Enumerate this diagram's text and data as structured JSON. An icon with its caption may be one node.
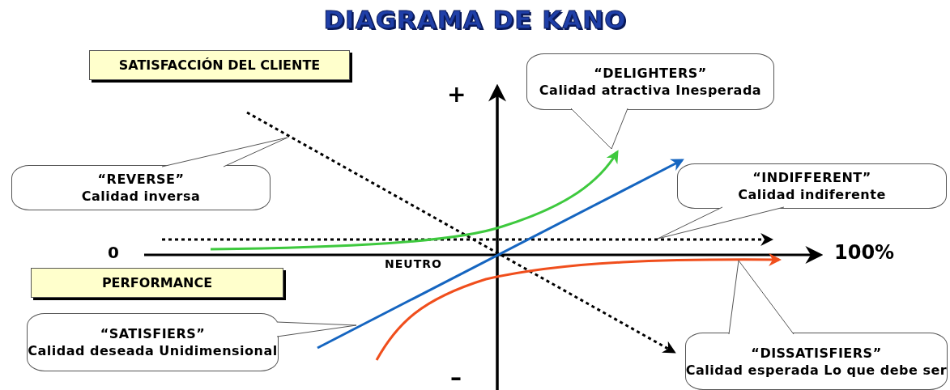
{
  "diagram": {
    "title": "DIAGRAMA DE KANO",
    "nodes": [
      {
        "text": [
          "SATISFACCIÓN DEL CLIENTE"
        ]
      },
      {
        "text": [
          "“DELIGHTERS”",
          "Calidad atractiva Inesperada"
        ]
      },
      {
        "text": [
          "“REVERSE”",
          "Calidad inversa"
        ]
      },
      {
        "text": [
          "“INDIFFERENT”",
          "Calidad indiferente"
        ]
      },
      {
        "text": [
          "PERFORMANCE"
        ]
      },
      {
        "text": [
          "“SATISFIERS”",
          "Calidad deseada Unidimensional"
        ]
      },
      {
        "text": [
          "“DISSATISFIERS”",
          "Calidad esperada Lo que debe ser"
        ]
      }
    ],
    "labels": [
      "+",
      "0",
      "NEUTRO",
      "100%",
      "–"
    ]
  }
}
